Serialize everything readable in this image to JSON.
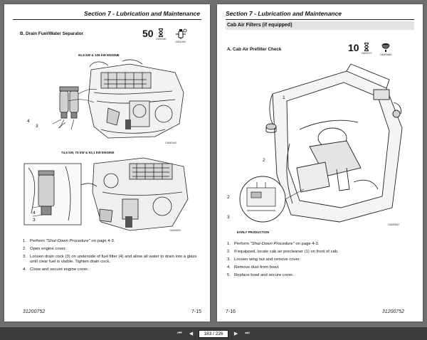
{
  "left": {
    "section_header": "Section 7 - Lubrication and Maintenance",
    "subtitle": "B. Drain Fuel/Water Separator",
    "interval": {
      "value": "50",
      "code": "OW0080",
      "code2": "OW1060"
    },
    "figure1": {
      "title": "92,6 kW & 106 kW ENGINE",
      "code": "OAM3440",
      "callouts": [
        "4",
        "3"
      ]
    },
    "figure2": {
      "title": "74,5 kW, 75 kW & 93,1 kW ENGINE",
      "code": "OAM3650",
      "callouts": [
        "4",
        "3"
      ]
    },
    "steps": [
      {
        "num": "1.",
        "text_pre": "Perform ",
        "text_em": "\"Shut-Down Procedure\"",
        "text_post": " on page 4-3."
      },
      {
        "num": "2.",
        "text_pre": "Open engine cover.",
        "text_em": "",
        "text_post": ""
      },
      {
        "num": "3.",
        "text_pre": "Loosen drain cock (3) on underside of fuel filter (4) and allow all water to drain into a glass until clear fuel is visible. Tighten drain cock.",
        "text_em": "",
        "text_post": ""
      },
      {
        "num": "4.",
        "text_pre": "Close and secure engine cover.",
        "text_em": "",
        "text_post": ""
      }
    ],
    "footer_doc": "31200752",
    "footer_page": "7-15"
  },
  "right": {
    "section_header": "Section 7 - Lubrication and Maintenance",
    "bar_title": "Cab Air Filters (if equipped)",
    "subtitle": "A. Cab Air Prefilter Check",
    "interval": {
      "value": "10",
      "code": "OW0070",
      "code2": "OAM3660"
    },
    "figure": {
      "code": "OAM3662",
      "caption": "EARLY PRODUCTION",
      "callouts": [
        "1",
        "2",
        "2",
        "3"
      ]
    },
    "steps": [
      {
        "num": "1.",
        "text_pre": "Perform ",
        "text_em": "\"Shut-Down Procedure\"",
        "text_post": " on page 4-3."
      },
      {
        "num": "2.",
        "text_pre": "If equipped, locate cab air precleaner (1) on front of cab.",
        "text_em": "",
        "text_post": ""
      },
      {
        "num": "3.",
        "text_pre": "Loosen wing nut and remove cover.",
        "text_em": "",
        "text_post": ""
      },
      {
        "num": "4.",
        "text_pre": "Remove dust from bowl.",
        "text_em": "",
        "text_post": ""
      },
      {
        "num": "5.",
        "text_pre": "Replace bowl and secure cover.",
        "text_em": "",
        "text_post": ""
      }
    ],
    "footer_page": "7-16",
    "footer_doc": "31200752"
  },
  "toolbar": {
    "page_indicator": "183 / 226"
  }
}
